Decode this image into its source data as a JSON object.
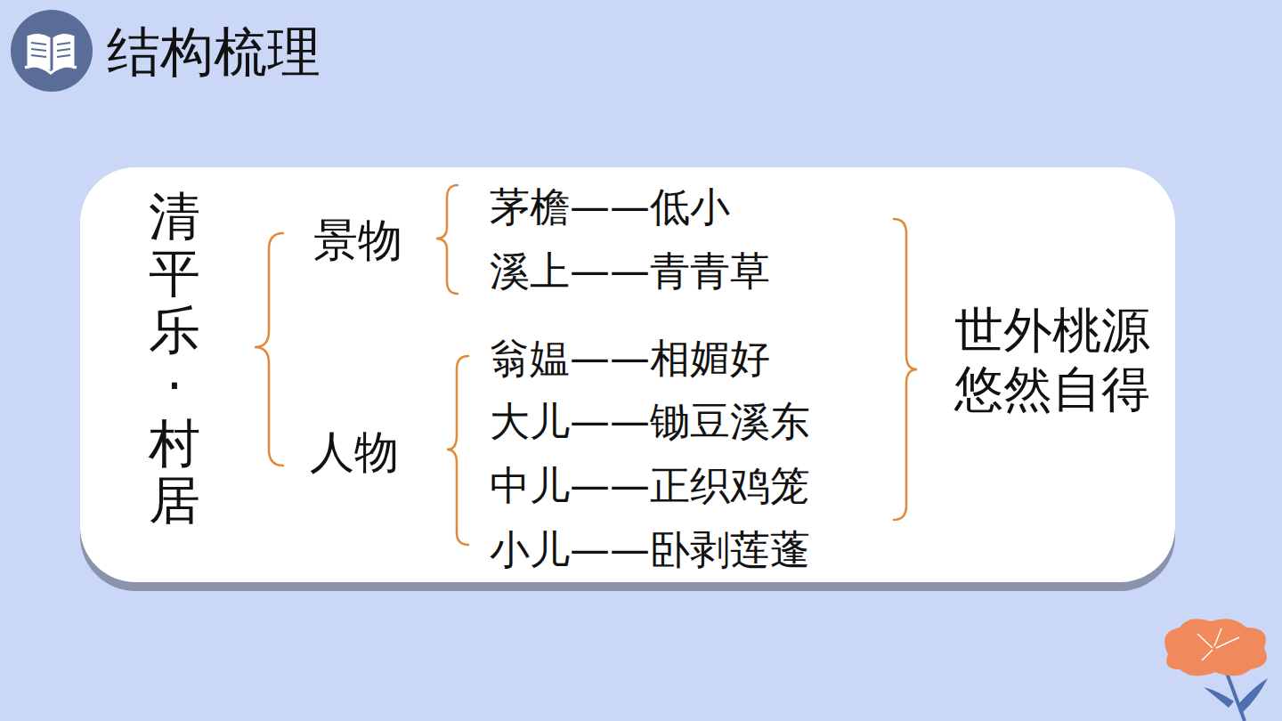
{
  "diagram": {
    "title": "结构梳理",
    "labels": [
      "清平乐·村居",
      "景物",
      "人物",
      "茅檐——低小",
      "溪上——青青草",
      "翁媪——相媚好",
      "大儿——锄豆溪东",
      "中儿——正织鸡笼",
      "小儿——卧剥莲蓬",
      "世外桃源 悠然自得"
    ]
  }
}
